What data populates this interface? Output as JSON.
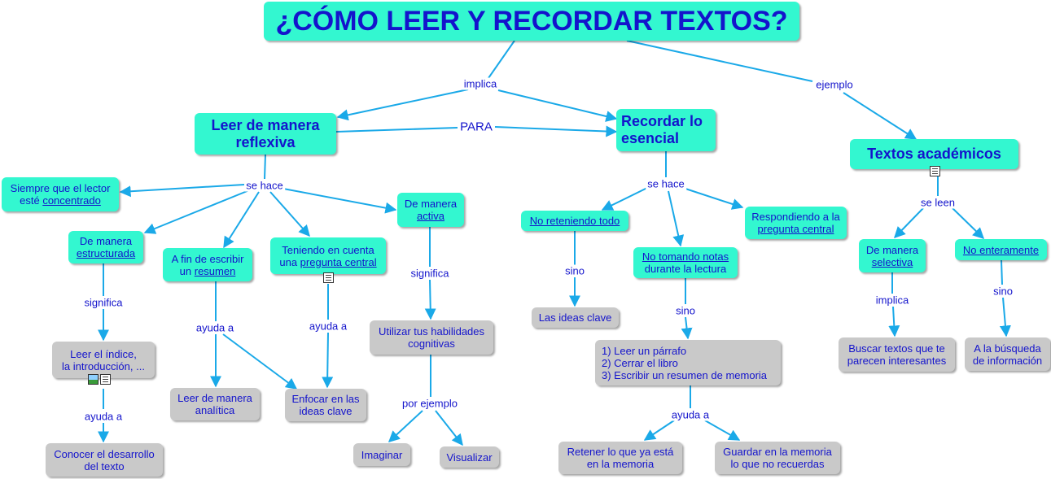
{
  "title": "¿CÓMO LEER Y RECORDAR TEXTOS?",
  "colors": {
    "concept_fill": "#33f7d0",
    "leaf_fill": "#c9c9c9",
    "text": "#1414cc",
    "link": "#1aa9e8"
  },
  "nodes": {
    "leer_reflexiva": "Leer de manera reflexiva",
    "recordar": "Recordar lo esencial",
    "textos_academicos": "Textos académicos",
    "siempre_1": "Siempre que el lector",
    "siempre_2a": "esté ",
    "siempre_2b": "concentrado",
    "estructurada_1": "De manera",
    "estructurada_2": "estructurada",
    "resumen_1": "A fin de escribir",
    "resumen_2a": "un ",
    "resumen_2b": "resumen",
    "pregunta_1": "Teniendo en cuenta",
    "pregunta_2a": "una ",
    "pregunta_2b": "pregunta central",
    "activa_1": "De manera",
    "activa_2": "activa",
    "indice_1": "Leer el índice,",
    "indice_2": "la introducción, ...",
    "analitica_1": "Leer de manera",
    "analitica_2": "analítica",
    "enfocar_1": "Enfocar en las",
    "enfocar_2": "ideas clave",
    "habilidades_1": "Utilizar tus habilidades",
    "habilidades_2": "cognitivas",
    "desarrollo_1": "Conocer el desarrollo",
    "desarrollo_2": "del texto",
    "imaginar": "Imaginar",
    "visualizar": "Visualizar",
    "no_reteniendo": "No reteniendo todo",
    "no_tomando_1": "No tomando notas",
    "no_tomando_2": "durante la lectura",
    "respondiendo_1": "Respondiendo a la",
    "respondiendo_2": "pregunta central",
    "ideas_clave": "Las ideas clave",
    "pasos_1": "1) Leer un párrafo",
    "pasos_2": "2) Cerrar el libro",
    "pasos_3": "3) Escribir un resumen de memoria",
    "retener_1": "Retener lo que ya está",
    "retener_2": "en la memoria",
    "guardar_1": "Guardar en la memoria",
    "guardar_2": "lo que no recuerdas",
    "selectiva_1": "De manera",
    "selectiva_2": "selectiva",
    "no_enteramente": "No enteramente",
    "buscar_1": "Buscar textos que te",
    "buscar_2": "parecen interesantes",
    "busqueda_1": "A la búsqueda",
    "busqueda_2": "de información"
  },
  "labels": {
    "implica_top": "implica",
    "ejemplo": "ejemplo",
    "para": "PARA",
    "se_hace_left": "se hace",
    "se_hace_mid": "se hace",
    "se_leen": "se leen",
    "significa_left": "significa",
    "ayuda_a_1": "ayuda a",
    "ayuda_a_2": "ayuda a",
    "significa_mid": "significa",
    "ayuda_a_3": "ayuda a",
    "por_ejemplo": "por ejemplo",
    "sino_1": "sino",
    "sino_2": "sino",
    "ayuda_a_4": "ayuda a",
    "implica_right": "implica",
    "sino_3": "sino"
  },
  "icons": [
    "document-icon",
    "image-icon",
    "document-icon",
    "document-icon"
  ]
}
